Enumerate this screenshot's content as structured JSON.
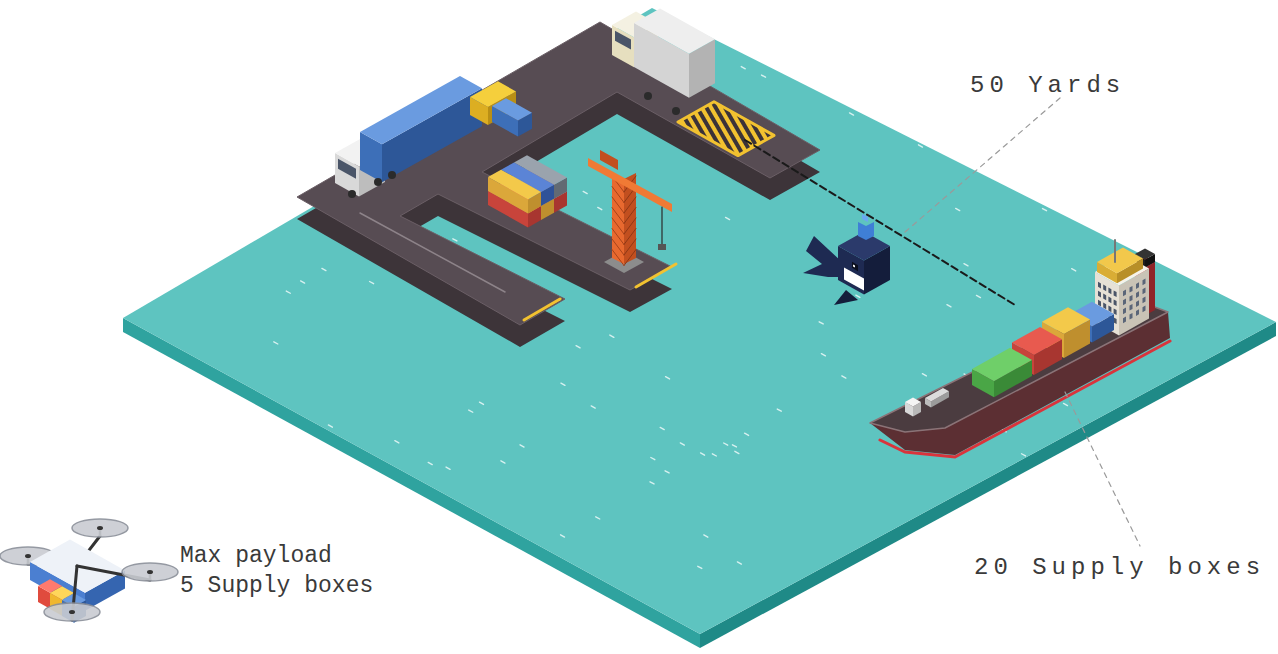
{
  "diagram": {
    "labels": [
      "50 Yards",
      "Max payload 5 Supply boxes",
      "20 Supply boxes"
    ]
  }
}
